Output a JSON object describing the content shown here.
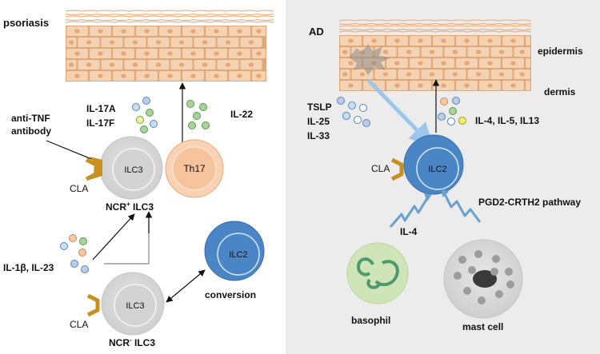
{
  "left_panel": {
    "title": "psoriasis",
    "cytokines_a": [
      "IL-17A",
      "IL-17F"
    ],
    "cytokine_b": "IL-22",
    "antibody": [
      "anti-TNF",
      "antibody"
    ],
    "cell_ncr_pos": {
      "label": "ILC3",
      "caption_main": "NCR",
      "caption_sup": "+",
      "caption_tail": " ILC3",
      "receptor": "CLA"
    },
    "cell_th17": {
      "label": "Th17"
    },
    "inducers": "IL-1β, IL-23",
    "cell_ncr_neg": {
      "label": "ILC3",
      "caption_main": "NCR",
      "caption_sup": "-",
      "caption_tail": " ILC3",
      "receptor": "CLA"
    },
    "cell_ilc2": {
      "label": "ILC2"
    },
    "conversion": "conversion"
  },
  "right_panel": {
    "title": "AD",
    "epidermis": "epidermis",
    "dermis": "dermis",
    "alarmins": [
      "TSLP",
      "IL-25",
      "IL-33"
    ],
    "cytokines": "IL-4, IL-5, IL13",
    "cell_ilc2": {
      "label": "ILC2",
      "receptor": "CLA"
    },
    "basophil_signal": "IL-4",
    "mast_pathway": "PGD2-CRTH2 pathway",
    "basophil": "basophil",
    "mast_cell": "mast cell"
  },
  "colors": {
    "skin_fill": "#f3d3b3",
    "skin_line": "#e0a878",
    "ilc3_fill": "#dadada",
    "th17_fill": "#f7c9a6",
    "ilc2_fill": "#4a86c6",
    "receptor": "#c8901e",
    "right_bg": "#ececec",
    "signal_arrow": "#6a9fd0",
    "basophil_fill": "#cfe5b8",
    "mast_fill": "#d6d6d6"
  }
}
